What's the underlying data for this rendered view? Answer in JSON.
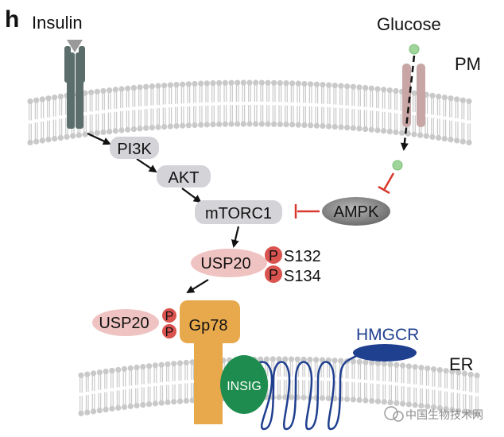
{
  "panel_label": "h",
  "labels": {
    "insulin": "Insulin",
    "glucose": "Glucose",
    "plasma_membrane": "PM",
    "er": "ER"
  },
  "nodes": {
    "pi3k": "PI3K",
    "akt": "AKT",
    "mtorc1": "mTORC1",
    "ampk": "AMPK",
    "usp20_top": "USP20",
    "usp20_bottom": "USP20",
    "gp78": "Gp78",
    "insig": "INSIG",
    "hmgcr": "HMGCR"
  },
  "phospho": {
    "p_letter": "P",
    "site1": "S132",
    "site2": "S134"
  },
  "watermark": "中国生物技术网",
  "colors": {
    "membrane": "#c9c9c9",
    "receptor": "#5b6e6b",
    "glucose_transporter": "#c9a6a6",
    "glucose_dot": "#9fd49a",
    "node_gray": "#d4d4d8",
    "usp20_pink": "#efc3c1",
    "phospho_red": "#d9534f",
    "gp78_orange": "#e8a94d",
    "insig_green": "#1e8c4e",
    "hmgcr_blue": "#1f3f8f",
    "inhibit_red": "#d8382d"
  }
}
